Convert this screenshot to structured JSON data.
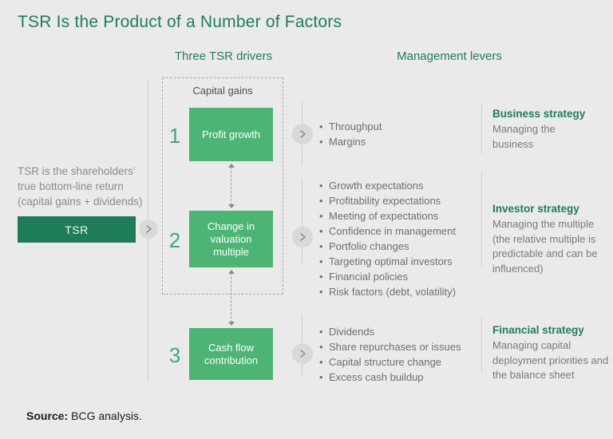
{
  "title": "TSR Is the Product of a Number of Factors",
  "columns": {
    "drivers_header": "Three TSR drivers",
    "levers_header": "Management levers"
  },
  "tsr": {
    "description_lines": [
      "TSR is the shareholders’",
      "true bottom-line return",
      "(capital gains + dividends)"
    ],
    "label": "TSR"
  },
  "capital_gains_label": "Capital gains",
  "drivers": [
    {
      "number": "1",
      "label": "Profit growth",
      "bullets": [
        "Throughput",
        "Margins"
      ],
      "strategy": {
        "title": "Business strategy",
        "description": "Managing the business"
      }
    },
    {
      "number": "2",
      "label": "Change in valuation multiple",
      "bullets": [
        "Growth expectations",
        "Profitability expectations",
        "Meeting of expectations",
        "Confidence in management",
        "Portfolio changes",
        "Targeting optimal investors",
        "Financial policies",
        "Risk factors (debt, volatility)"
      ],
      "strategy": {
        "title": "Investor strategy",
        "description": "Managing the multiple (the relative multiple is predictable and can be influenced)"
      }
    },
    {
      "number": "3",
      "label": "Cash flow contribution",
      "bullets": [
        "Dividends",
        "Share repurchases or issues",
        "Capital structure change",
        "Excess cash buildup"
      ],
      "strategy": {
        "title": "Financial strategy",
        "description": "Managing capital deployment priorities and the balance sheet"
      }
    }
  ],
  "source": {
    "label": "Source:",
    "text": "BCG analysis."
  },
  "colors": {
    "background": "#e9eae9",
    "accent_green": "#1e7e5b",
    "box_green": "#4cb576",
    "dark_green": "#1e7c58",
    "number_green": "#43a57b",
    "gray_text": "#6f6f6f",
    "divider": "#cdcdcd"
  }
}
